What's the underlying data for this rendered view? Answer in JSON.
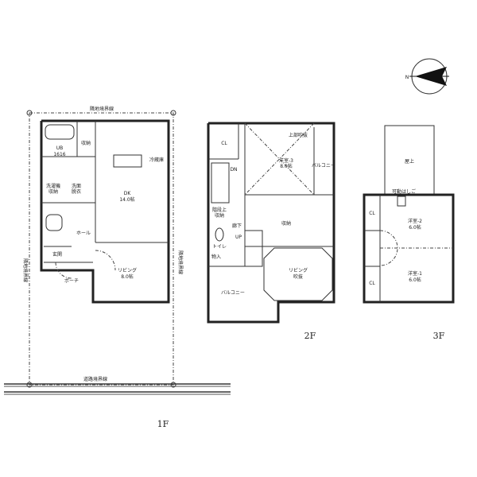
{
  "floors": {
    "f1": {
      "label": "1F",
      "site_top": "隣地境界線",
      "site_bottom": "道路境界線",
      "site_left": "隣地境界線",
      "site_right": "隣地境界線",
      "rooms": {
        "bath": "UB",
        "bath_size": "1616",
        "storage": "収納",
        "dk": "DK",
        "dk_size": "14.0帖",
        "fridge": "冷蔵庫",
        "washroom": "洗面",
        "washroom2": "脱衣",
        "laundry": "洗濯機",
        "laundry2": "収納",
        "hall": "ホール",
        "entrance": "玄関",
        "porch": "ポーチ",
        "living": "リビング",
        "living_size": "8.0帖"
      }
    },
    "f2": {
      "label": "2F",
      "rooms": {
        "cl": "CL",
        "void_top": "上部吹抜",
        "western3": "洋室-3",
        "western3_size": "8.0帖",
        "balcony_right": "バルコニー",
        "room_mid": "収納",
        "living_void": "リビング",
        "living_void2": "吹抜",
        "hall": "廊下",
        "dn": "DN",
        "up": "UP",
        "stair_storage": "階段上",
        "stair_storage2": "収納",
        "toilet": "トイレ",
        "closet": "物入",
        "balcony_left": "バルコニー"
      }
    },
    "f3": {
      "label": "3F",
      "rooms": {
        "roof": "屋上",
        "ladder": "可動はしご",
        "western2": "洋室-2",
        "western2_size": "6.0帖",
        "western1": "洋室-1",
        "western1_size": "6.0帖",
        "cl_top": "CL",
        "cl_bottom": "CL"
      }
    }
  },
  "compass": {
    "direction_label": "N"
  }
}
